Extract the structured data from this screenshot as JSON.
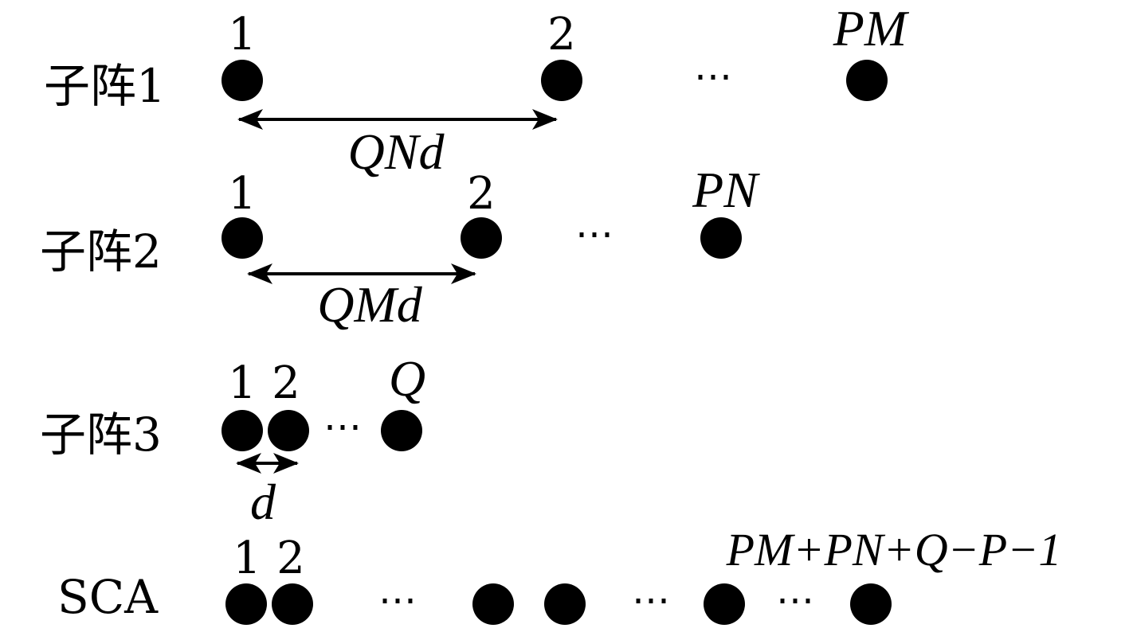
{
  "rows": [
    {
      "label": "子阵1",
      "element_labels": [
        "1",
        "2",
        "PM"
      ],
      "ellipsis": "⋯",
      "spacing_label": "QNd"
    },
    {
      "label": "子阵2",
      "element_labels": [
        "1",
        "2",
        "PN"
      ],
      "ellipsis": "⋯",
      "spacing_label": "QMd"
    },
    {
      "label": "子阵3",
      "element_labels": [
        "1",
        "2",
        "Q"
      ],
      "ellipsis": "⋯",
      "spacing_label": "d"
    },
    {
      "label": "SCA",
      "element_labels": [
        "1",
        "2",
        "PM+PN+Q−P−1"
      ],
      "ellipsis": [
        "⋯",
        "⋯",
        "⋯"
      ]
    }
  ],
  "colors": {
    "ink": "#000000",
    "background": "#ffffff"
  }
}
